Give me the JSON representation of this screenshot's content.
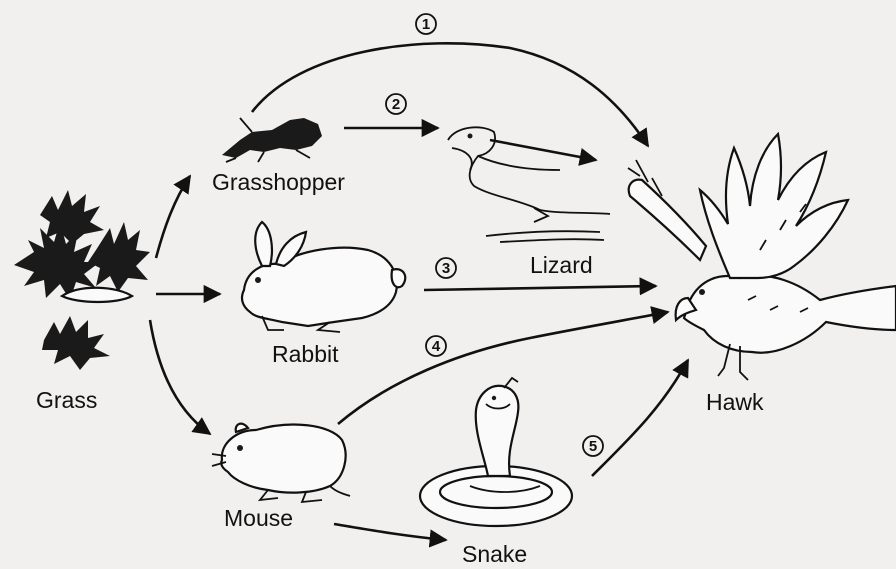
{
  "organisms": {
    "grass": "Grass",
    "grasshopper": "Grasshopper",
    "rabbit": "Rabbit",
    "mouse": "Mouse",
    "lizard": "Lizard",
    "snake": "Snake",
    "hawk": "Hawk"
  },
  "chains": [
    {
      "number": "1",
      "path": [
        "Grass",
        "Grasshopper",
        "Hawk"
      ]
    },
    {
      "number": "2",
      "path": [
        "Grass",
        "Grasshopper",
        "Lizard",
        "Hawk"
      ]
    },
    {
      "number": "3",
      "path": [
        "Grass",
        "Rabbit",
        "Hawk"
      ]
    },
    {
      "number": "4",
      "path": [
        "Grass",
        "Mouse",
        "Hawk"
      ]
    },
    {
      "number": "5",
      "path": [
        "Grass",
        "Mouse",
        "Snake",
        "Hawk"
      ]
    }
  ]
}
